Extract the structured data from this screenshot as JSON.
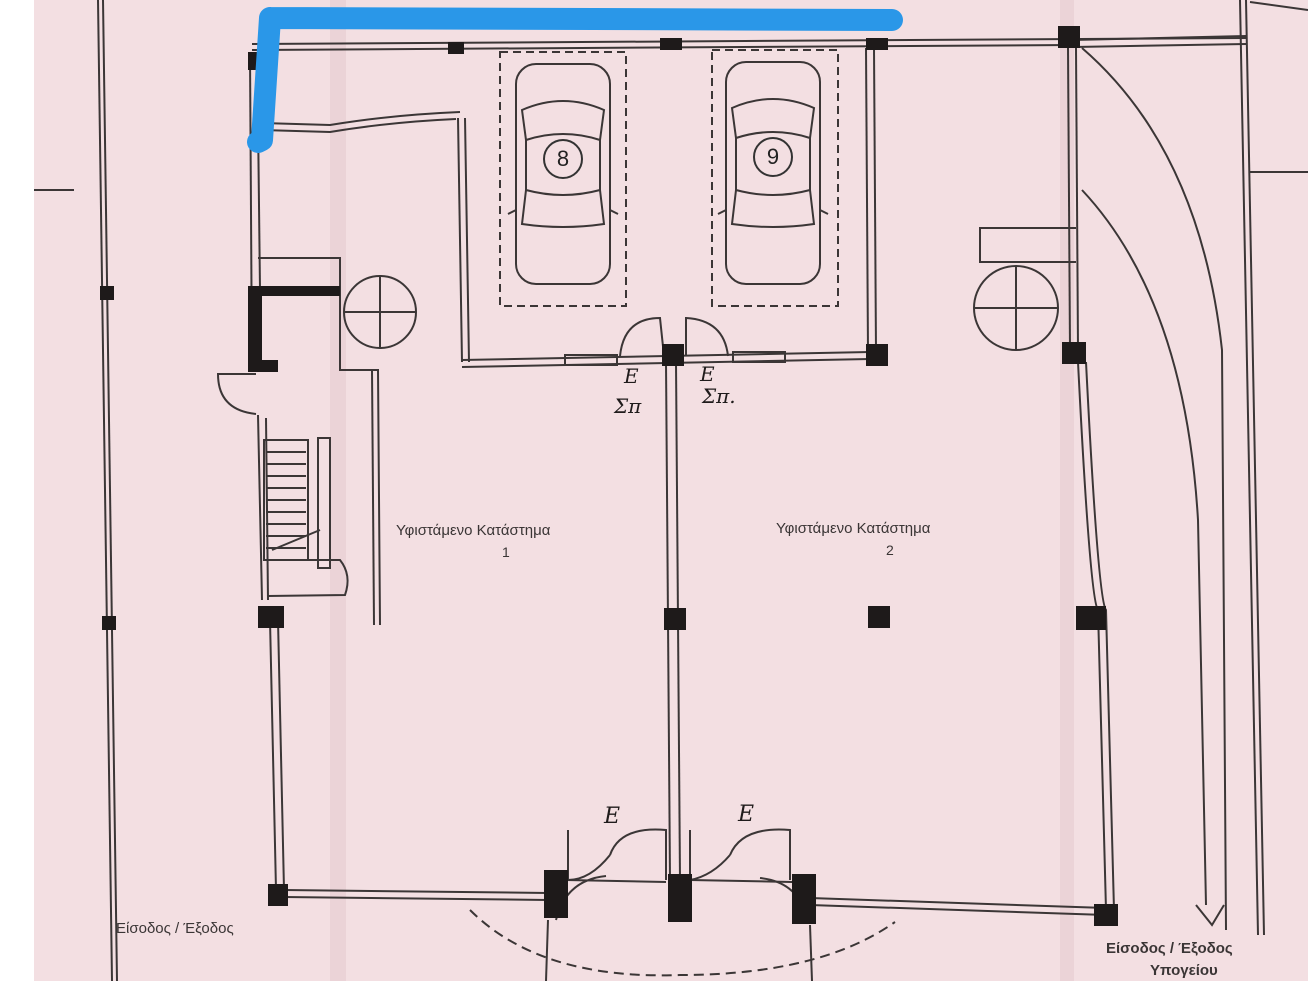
{
  "drawing": {
    "colors": {
      "paper": "#f3dfe2",
      "paper_shadow": "#e6ccd0",
      "line": "#3b3636",
      "column": "#1e1a1a",
      "highlight": "#2a97e8"
    },
    "rooms": [
      {
        "name": "Υφιστάμενο Κατάστημα",
        "number": "1"
      },
      {
        "name": "Υφιστάμενο Κατάστημα",
        "number": "2"
      }
    ],
    "parking_spots": [
      "8",
      "9"
    ],
    "door_marks": {
      "rear_left": {
        "top": "Ε",
        "bottom": "Σπ"
      },
      "rear_right": {
        "top": "Ε",
        "bottom": "Σπ."
      },
      "front_left": "Ε",
      "front_right": "Ε"
    },
    "entrances": {
      "main": "Είσοδος / Έξοδος",
      "basement_line1": "Είσοδος / Έξοδος",
      "basement_line2": "Υπογείου"
    }
  }
}
